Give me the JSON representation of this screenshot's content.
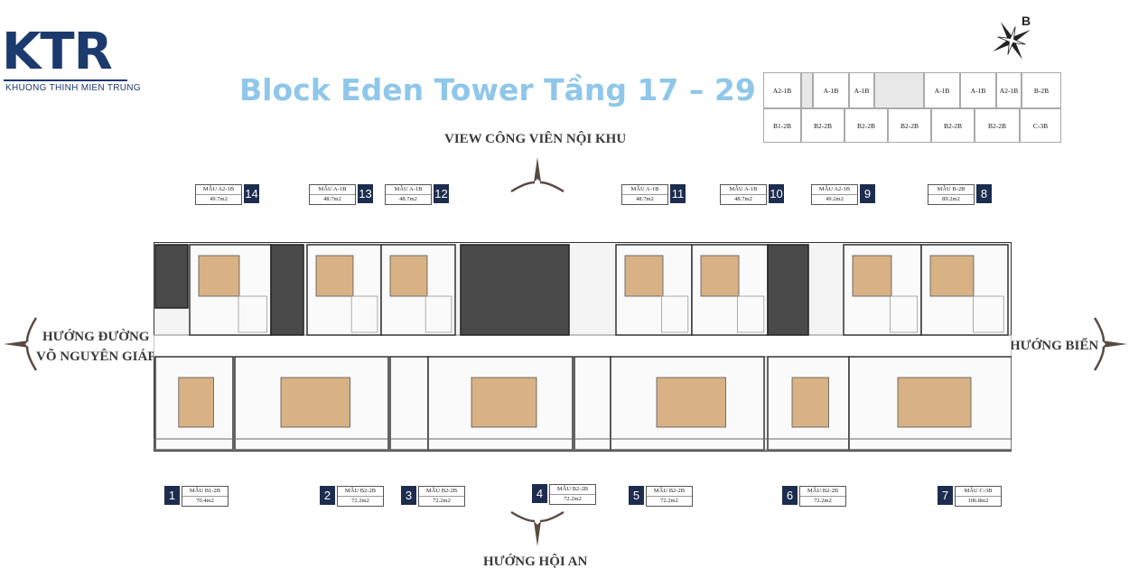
{
  "logo": {
    "main": "KTR",
    "sub": "KHUONG THINH MIEN TRUNG"
  },
  "title": "Block Eden Tower Tầng 17 – 29",
  "directions": {
    "top": "VIEW CÔNG VIÊN NỘI KHU",
    "bottom": "HƯỚNG HỘI AN",
    "left_line1": "HƯỚNG ĐƯỜNG",
    "left_line2": "VÕ NGUYÊN GIÁP",
    "right": "HƯỚNG BIỂN",
    "north": "B"
  },
  "keyplan": {
    "top_row": [
      "A2-1B",
      "A-1B",
      "A-1B",
      "A-1B",
      "A-1B",
      "A2-1B",
      "B-2B"
    ],
    "bottom_row": [
      "B1-2B",
      "B2-2B",
      "B2-2B",
      "B2-2B",
      "B2-2B",
      "B2-2B",
      "C-3B"
    ]
  },
  "units_top": [
    {
      "num": "14",
      "type": "MẪU A2-1B",
      "area": "49.7m2"
    },
    {
      "num": "13",
      "type": "MẪU A-1B",
      "area": "48.7m2"
    },
    {
      "num": "12",
      "type": "MẪU A-1B",
      "area": "48.7m2"
    },
    {
      "num": "11",
      "type": "MẪU A-1B",
      "area": "48.7m2"
    },
    {
      "num": "10",
      "type": "MẪU A-1B",
      "area": "48.7m2"
    },
    {
      "num": "9",
      "type": "MẪU A2-1B",
      "area": "49.2m2"
    },
    {
      "num": "8",
      "type": "MẪU B-2B",
      "area": "89.2m2"
    }
  ],
  "units_bottom": [
    {
      "num": "1",
      "type": "MẪU B1-2B",
      "area": "70.4m2"
    },
    {
      "num": "2",
      "type": "MẪU B2-2B",
      "area": "72.2m2"
    },
    {
      "num": "3",
      "type": "MẪU B2-2B",
      "area": "72.2m2"
    },
    {
      "num": "4",
      "type": "MẪU B2-2B",
      "area": "72.2m2"
    },
    {
      "num": "5",
      "type": "MẪU B2-2B",
      "area": "72.2m2"
    },
    {
      "num": "6",
      "type": "MẪU B2-2B",
      "area": "72.2m2"
    },
    {
      "num": "7",
      "type": "MẪU C-3B",
      "area": "106.8m2"
    }
  ],
  "colors": {
    "title": "#8fc7ea",
    "logo": "#1c3a6e",
    "label_num": "#1d2d4f",
    "floor_wood": "#d8b184",
    "core": "#3a3a3a"
  }
}
